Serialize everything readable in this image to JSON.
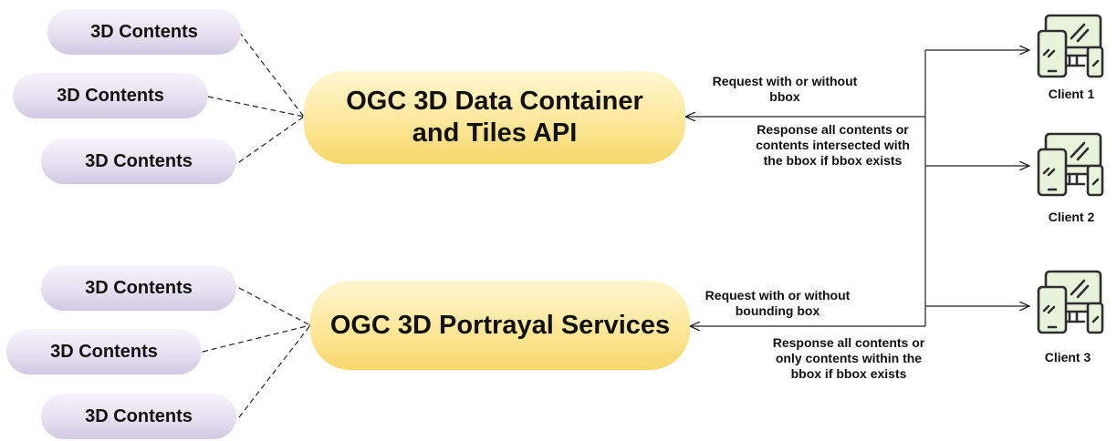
{
  "sources_top": [
    "3D Contents",
    "3D Contents",
    "3D Contents"
  ],
  "sources_bottom": [
    "3D Contents",
    "3D Contents",
    "3D Contents"
  ],
  "api_top": {
    "line1": "OGC 3D Data Container",
    "line2": "and Tiles API"
  },
  "api_bottom": {
    "label": "OGC 3D Portrayal Services"
  },
  "top_flow": {
    "request_line1": "Request with or without",
    "request_line2": "bbox",
    "response_line1": "Response all contents or",
    "response_line2": "contents intersected with",
    "response_line3": "the bbox if bbox exists"
  },
  "bottom_flow": {
    "request_line1": "Request with or without",
    "request_line2": "bounding box",
    "response_line1": "Response all contents or",
    "response_line2": "only contents within the",
    "response_line3": "bbox if bbox exists"
  },
  "clients": [
    {
      "label": "Client 1",
      "icon": "computer-devices-icon"
    },
    {
      "label": "Client 2",
      "icon": "computer-devices-icon"
    },
    {
      "label": "Client 3",
      "icon": "computer-devices-icon"
    }
  ],
  "colors": {
    "source_fill": "#e6e0f0",
    "api_fill": "#fde79a",
    "icon_fill": "#e9f2db",
    "icon_stroke": "#2e2e2e"
  }
}
